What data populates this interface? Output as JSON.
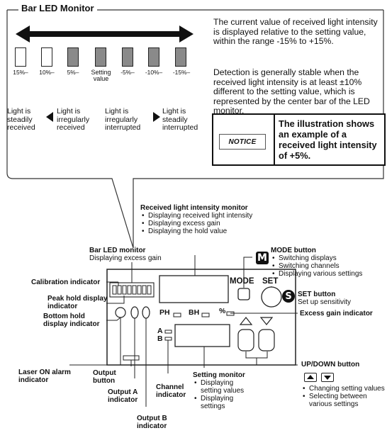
{
  "top_panel": {
    "title": "Bar LED Monitor",
    "bar_labels": [
      "15%–",
      "10%–",
      "5%–",
      "Setting value",
      "-5%–",
      "-10%–",
      "-15%–"
    ],
    "lit_bars": [
      false,
      false,
      true,
      true,
      true,
      true,
      true
    ],
    "states": [
      "Light is steadily received",
      "Light is irregularly received",
      "Light is irregularly interrupted",
      "Light is steadily interrupted"
    ],
    "description_1": "The current value of received light intensity is displayed relative to the setting value, within the range -15% to +15%.",
    "description_2": "Detection is generally stable when the received light intensity is at least ±10% different to the setting value, which is represented by the center bar of the LED monitor.",
    "notice_label": "NOTICE",
    "notice_text": "The illustration shows an example of a received light intensity of +5%."
  },
  "callouts": {
    "received_monitor": {
      "title": "Received light intensity monitor",
      "items": [
        "Displaying received light intensity",
        "Displaying excess gain",
        "Displaying the hold value"
      ]
    },
    "bar_led_monitor": {
      "title": "Bar LED monitor",
      "sub": "Displaying excess gain"
    },
    "mode_button": {
      "title": "MODE button",
      "items": [
        "Switching displays",
        "Switching channels",
        "Displaying various settings"
      ]
    },
    "set_button": {
      "title": "SET button",
      "sub": "Set up sensitivity"
    },
    "calibration": "Calibration indicator",
    "peak_hold": "Peak hold display indicator",
    "bottom_hold": "Bottom hold display indicator",
    "excess_gain": "Excess gain indicator",
    "laser_on": "Laser ON alarm indicator",
    "output_button": "Output button",
    "output_a": "Output A indicator",
    "output_b": "Output B indicator",
    "channel": "Channel indicator",
    "setting_monitor": {
      "title": "Setting monitor",
      "items": [
        "Displaying setting values",
        "Displaying settings"
      ]
    },
    "updown": {
      "title": "UP/DOWN button",
      "items": [
        "Changing setting values",
        "Selecting between various settings"
      ]
    }
  },
  "device": {
    "mode_label": "MODE",
    "set_label": "SET",
    "ph": "PH",
    "bh": "BH",
    "percent": "%",
    "a": "A",
    "b": "B",
    "m_badge": "M",
    "s_badge": "S"
  }
}
